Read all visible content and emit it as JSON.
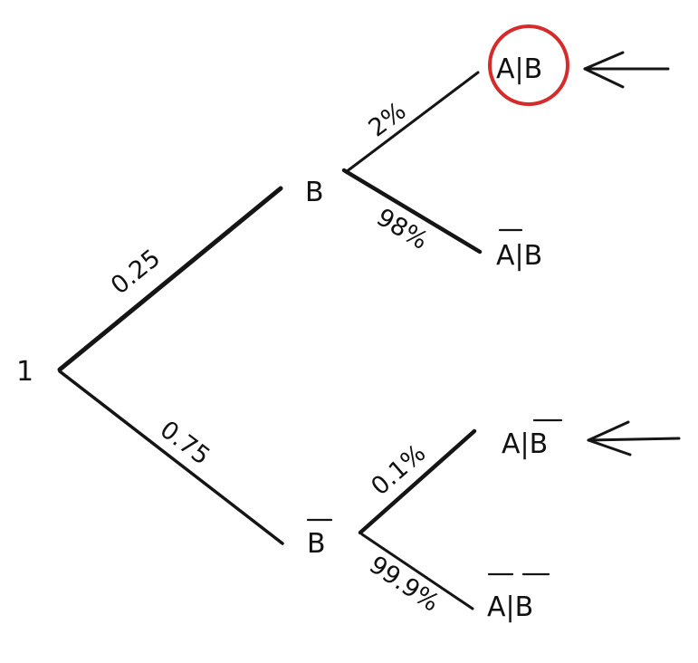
{
  "tree": {
    "root": {
      "label": "1"
    },
    "level1": [
      {
        "node": "B",
        "bar": false,
        "probability": "0.25"
      },
      {
        "node": "B",
        "bar": true,
        "probability": "0.75"
      }
    ],
    "level2": [
      {
        "outcome": "A|B",
        "bar_A": false,
        "bar_B": false,
        "probability": "2%",
        "highlighted": true,
        "arrow": true
      },
      {
        "outcome": "A|B",
        "bar_A": true,
        "bar_B": false,
        "probability": "98%",
        "highlighted": false,
        "arrow": false
      },
      {
        "outcome": "A|B",
        "bar_A": false,
        "bar_B": true,
        "probability": "0.1%",
        "highlighted": false,
        "arrow": true
      },
      {
        "outcome": "A|B",
        "bar_A": true,
        "bar_B": true,
        "probability": "99.9%",
        "highlighted": false,
        "arrow": false
      }
    ]
  },
  "colors": {
    "ink": "#151515",
    "highlight": "#d62b2b"
  }
}
